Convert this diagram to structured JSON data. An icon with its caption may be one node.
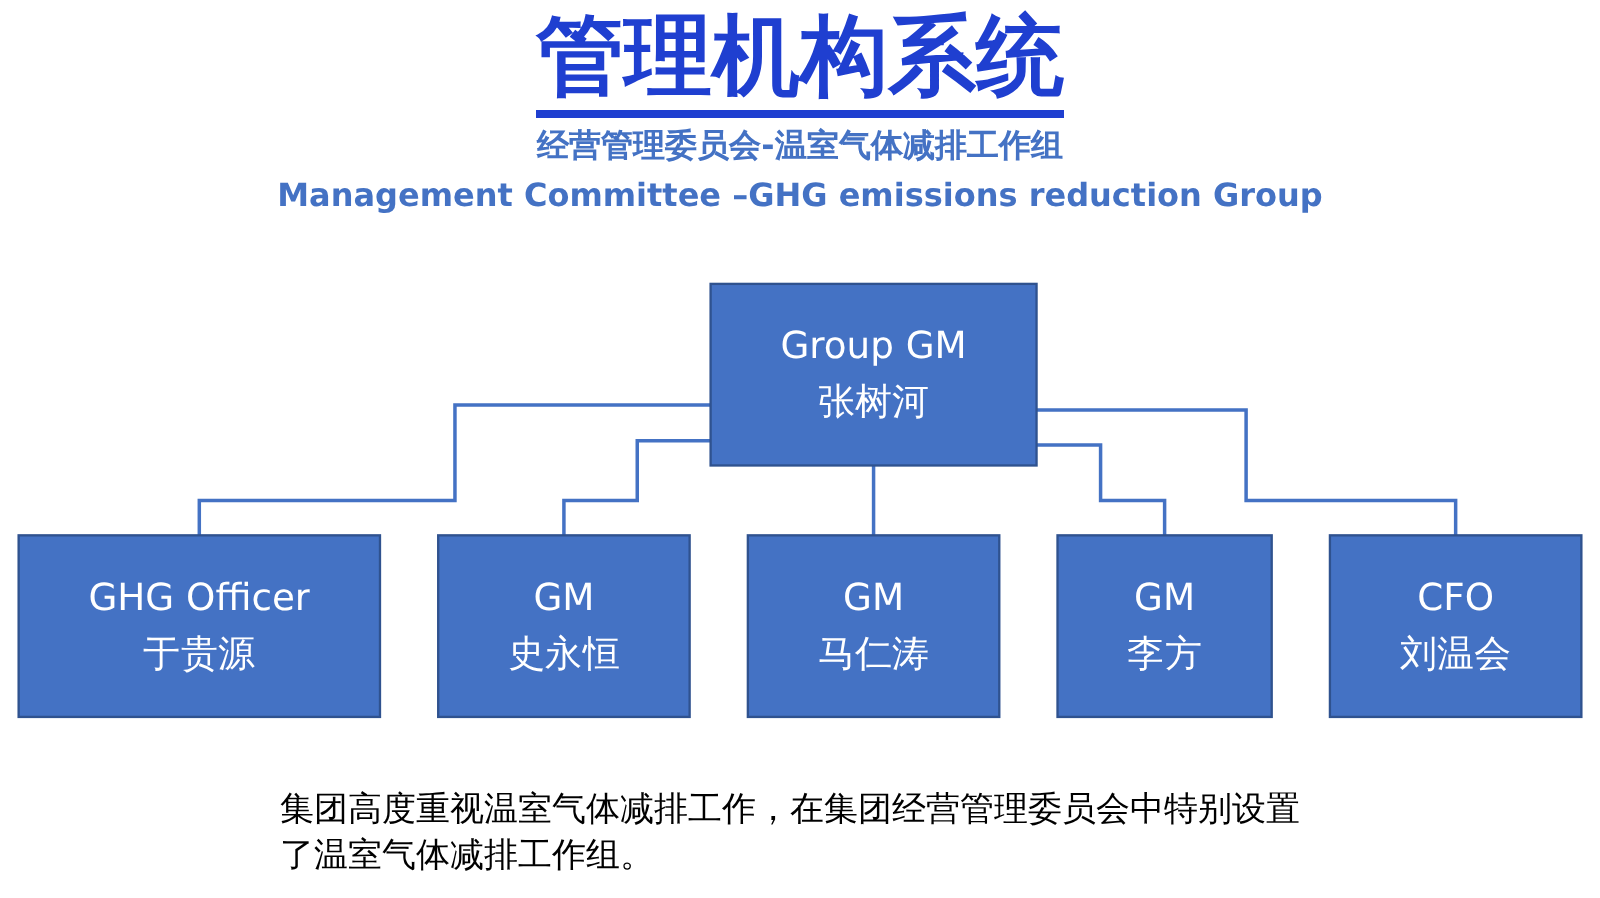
{
  "diagram": {
    "title": "管理机构系统",
    "caption": "集团高度重视温室气体减排工作，在集团经营管理委员会中特别设置了温室气体减排工作组。",
    "nodes": [
      {
        "text": [
          "Group GM",
          "张树河"
        ]
      },
      {
        "text": [
          "GHG Officer",
          "于贵源"
        ]
      },
      {
        "text": [
          "GM",
          "史永恒"
        ]
      },
      {
        "text": [
          "GM",
          "马仁涛"
        ]
      },
      {
        "text": [
          "GM",
          "李方"
        ]
      },
      {
        "text": [
          "CFO",
          "刘温会"
        ]
      }
    ],
    "edges": [
      {
        "from": 0,
        "to": 1,
        "arrow": "none"
      },
      {
        "from": 0,
        "to": 2,
        "arrow": "none"
      },
      {
        "from": 0,
        "to": 3,
        "arrow": "none"
      },
      {
        "from": 0,
        "to": 4,
        "arrow": "none"
      },
      {
        "from": 0,
        "to": 5,
        "arrow": "none"
      }
    ],
    "labels": [
      "经营管理委员会-温室气体减排工作组",
      "Management Committee –GHG emissions reduction Group"
    ]
  }
}
